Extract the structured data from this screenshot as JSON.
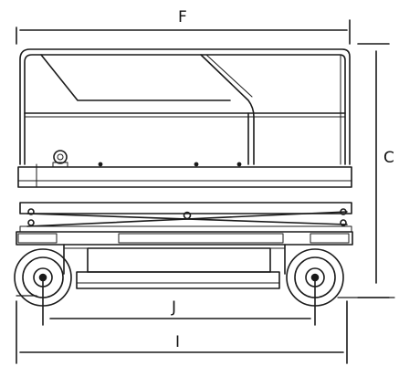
{
  "diagram": {
    "dimensions": {
      "F": "F",
      "C": "C",
      "J": "J",
      "I": "I"
    },
    "colors": {
      "line": "#1a1a1a",
      "background": "#ffffff"
    }
  }
}
